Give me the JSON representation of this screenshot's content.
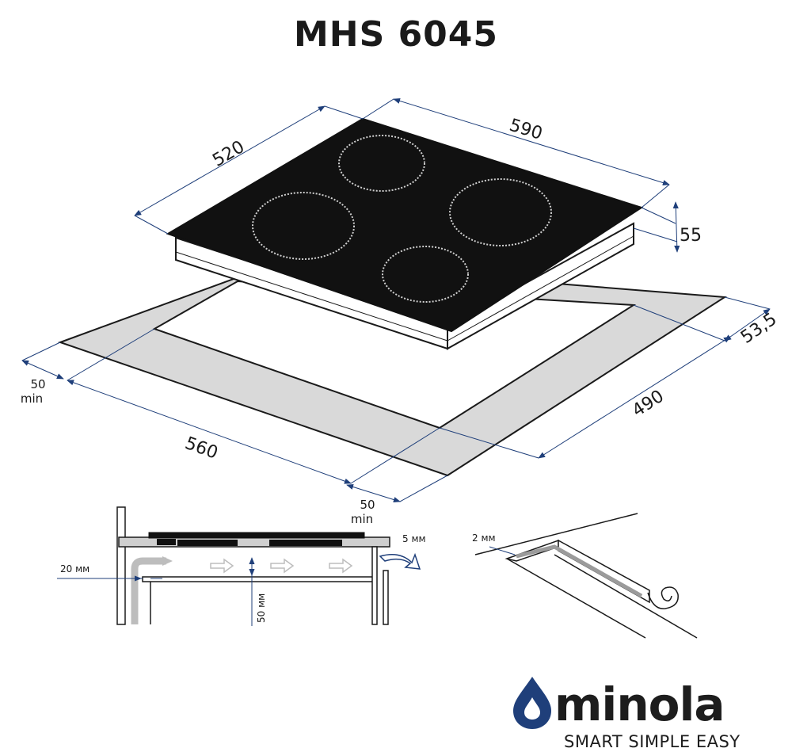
{
  "title": "MHS 6045",
  "dimensions": {
    "width_top": "590",
    "depth_top": "520",
    "height": "55",
    "cutout_width": "560",
    "cutout_depth": "490",
    "cutout_offset": "53,5",
    "clearance_left_value": "50",
    "clearance_left_unit": "min",
    "clearance_front_value": "50",
    "clearance_front_unit": "min"
  },
  "install_section": {
    "gap_side": "20 мм",
    "gap_under": "50 мм",
    "gap_back": "5 мм"
  },
  "seal_detail": {
    "seal_thickness": "2 мм"
  },
  "brand": {
    "name": "minola",
    "tagline": "SMART SIMPLE EASY",
    "accent_color": "#1f3f7a"
  }
}
